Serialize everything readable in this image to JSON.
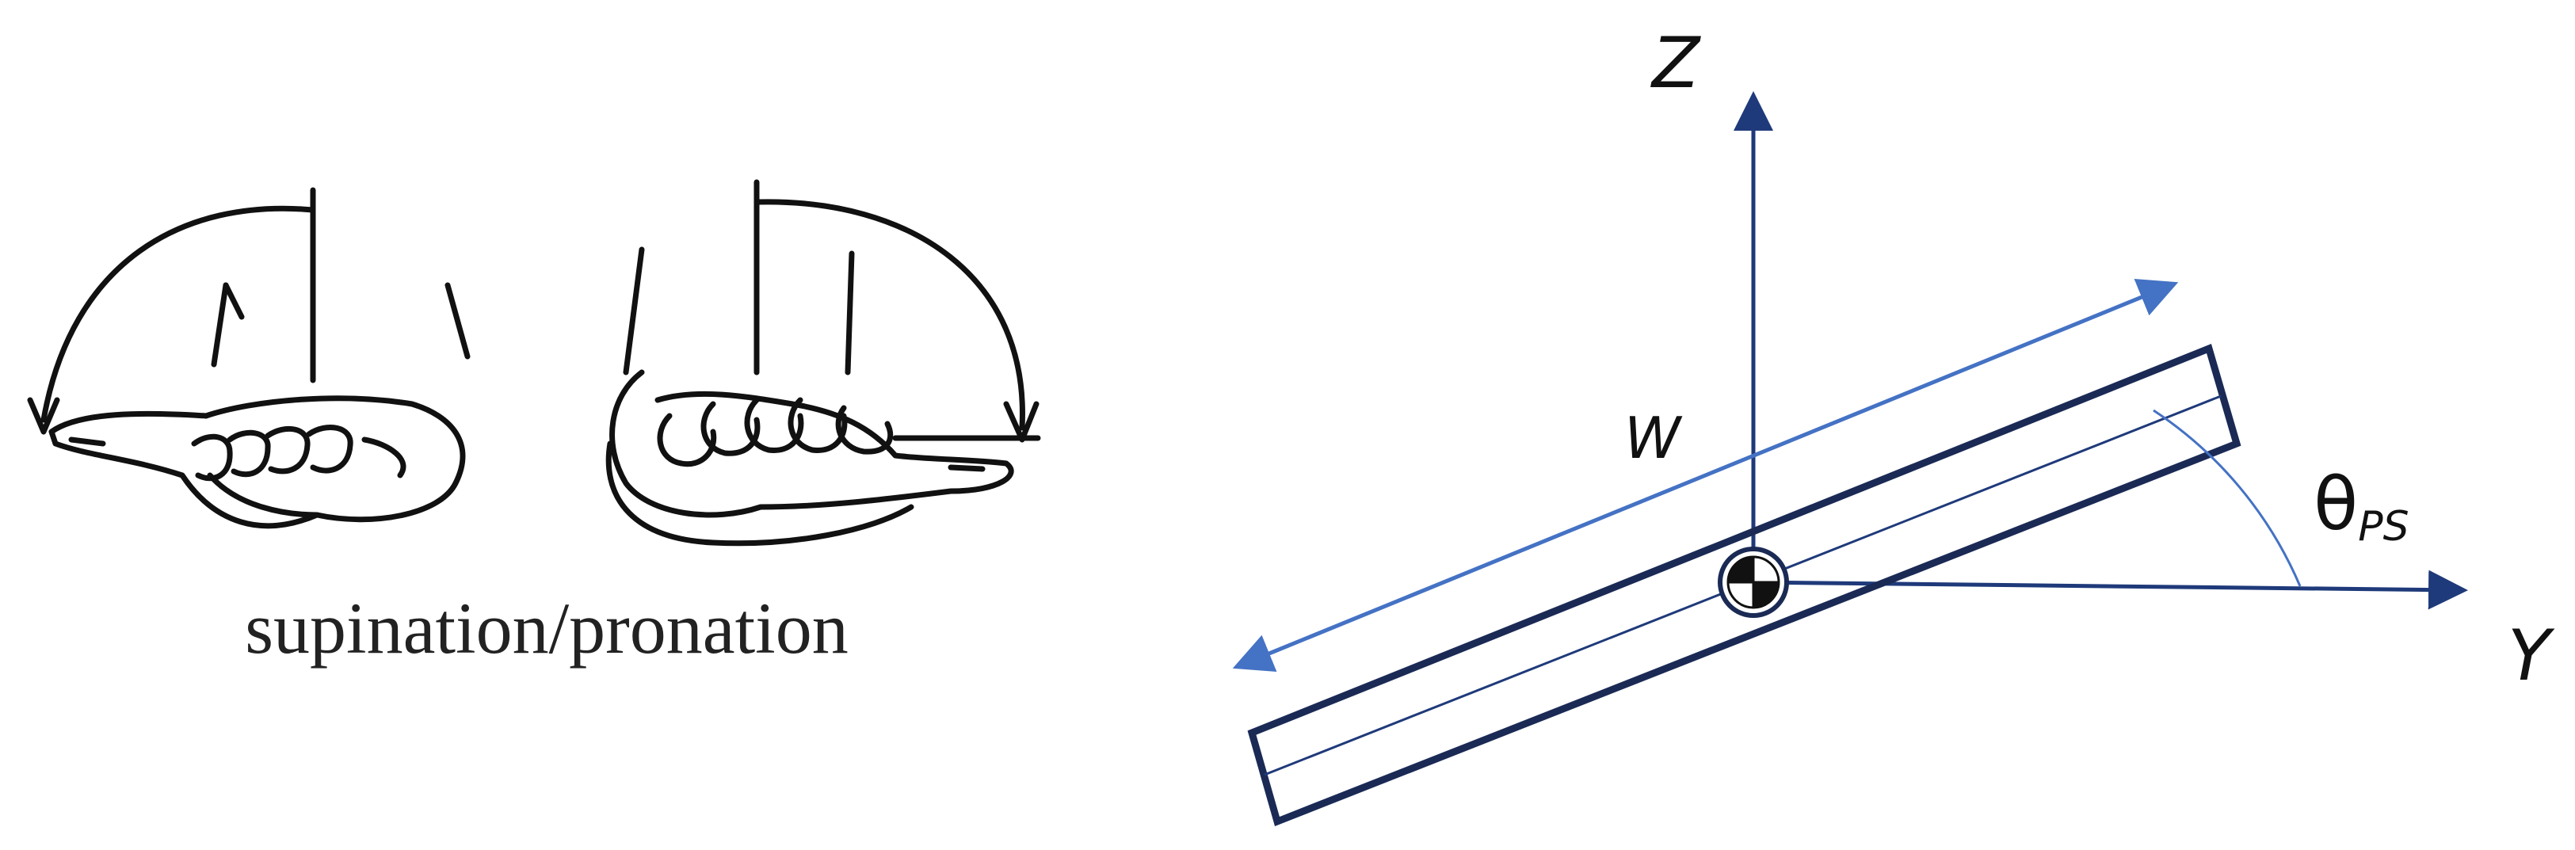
{
  "left_panel": {
    "caption": "supination/pronation"
  },
  "right_panel": {
    "axis_z_label": "Z",
    "axis_y_label": "Y",
    "width_label": "W",
    "angle_symbol": "θ",
    "angle_subscript": "PS"
  },
  "colors": {
    "axis": "#1f3a7a",
    "width_arrow": "#4472c4",
    "bar_outline": "#1a2a55",
    "hand_ink": "#111111"
  }
}
